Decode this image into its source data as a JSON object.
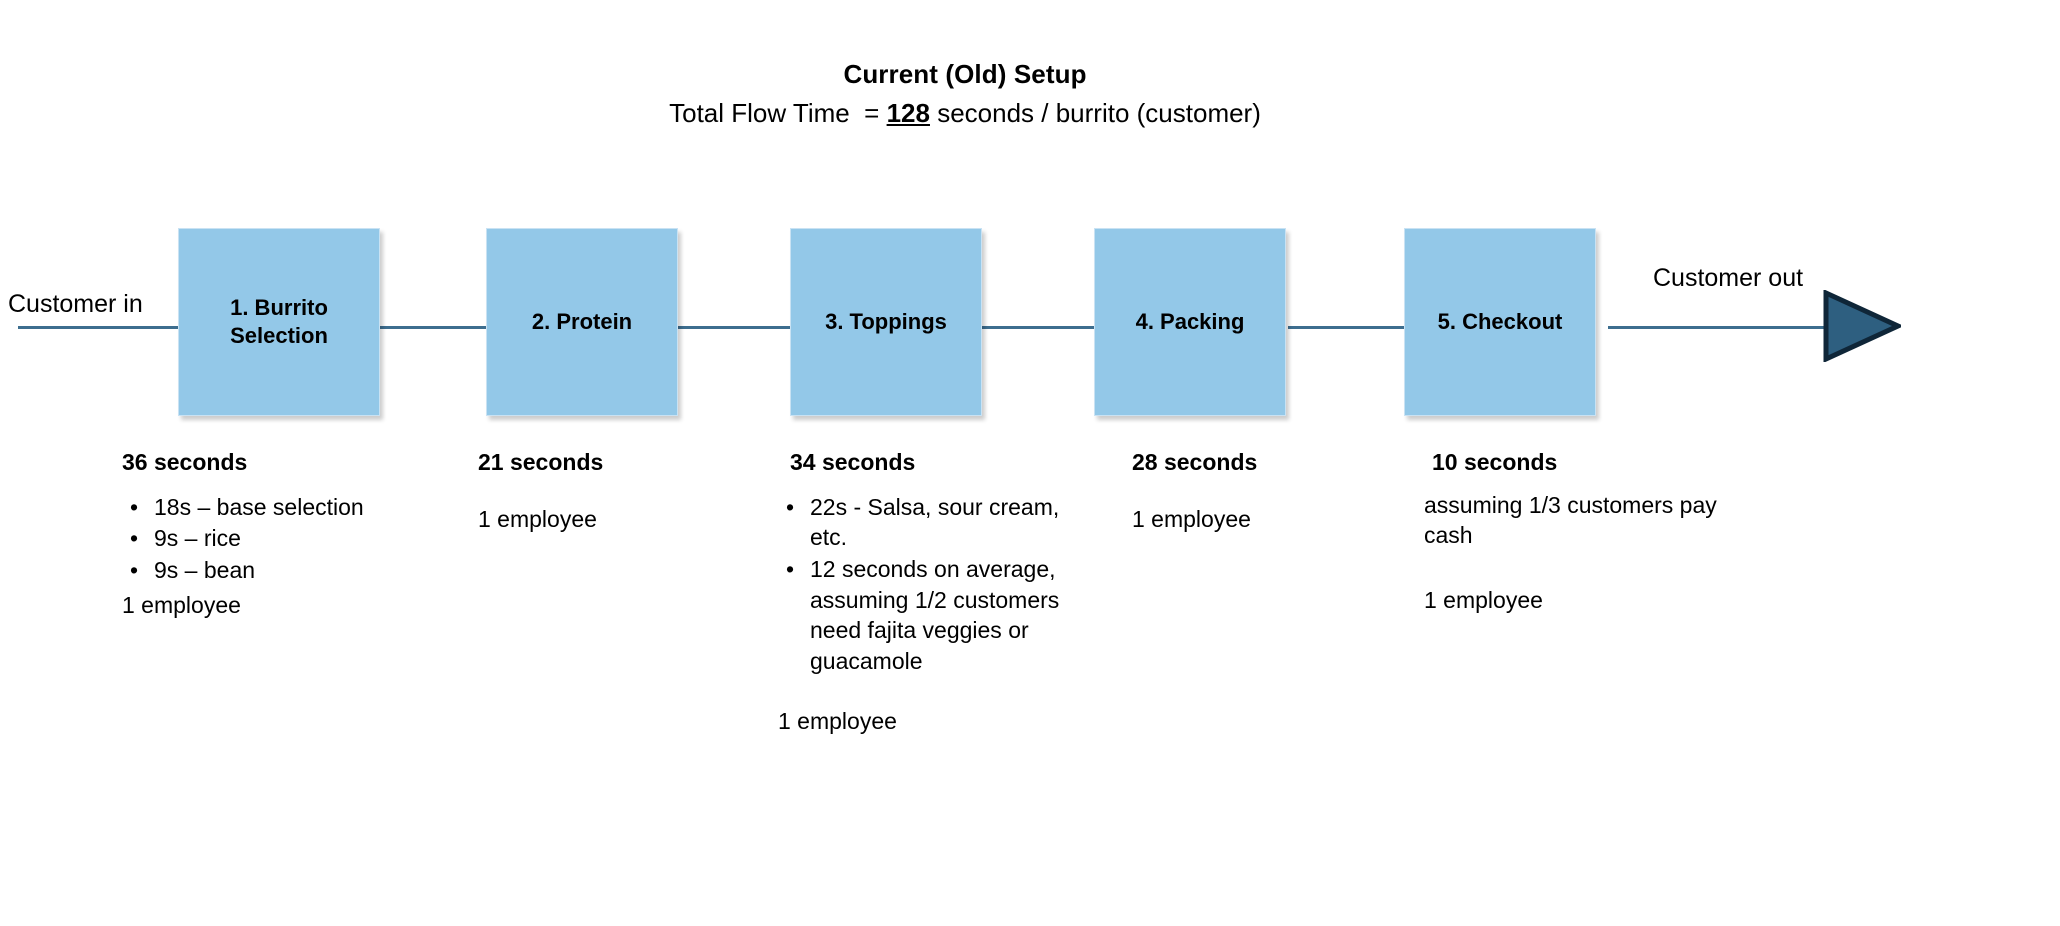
{
  "title": {
    "heading": "Current (Old) Setup",
    "flow_time_prefix": "Total Flow Time  = ",
    "flow_time_value": "128",
    "flow_time_suffix": " seconds / burrito (customer)"
  },
  "flow": {
    "entry_label": "Customer in",
    "exit_label": "Customer out",
    "box_fill_color": "#93c8e8",
    "connector_color": "#3d6e8f",
    "arrow_fill_color": "#2e5f80",
    "steps": [
      {
        "label": "1. Burrito Selection"
      },
      {
        "label": "2. Protein"
      },
      {
        "label": "3. Toppings"
      },
      {
        "label": "4. Packing"
      },
      {
        "label": "5. Checkout"
      }
    ]
  },
  "annotations": [
    {
      "heading": "36 seconds",
      "bullets": [
        "18s – base selection",
        "9s – rice",
        "9s – bean"
      ],
      "plain_lines": [
        "1 employee"
      ]
    },
    {
      "heading": "21 seconds",
      "bullets": [],
      "plain_lines": [
        "1 employee"
      ]
    },
    {
      "heading": "34 seconds",
      "bullets": [
        "22s - Salsa, sour cream, etc.",
        "12 seconds on average, assuming 1/2 customers need fajita veggies or guacamole"
      ],
      "plain_lines": [
        "1 employee"
      ]
    },
    {
      "heading": "28 seconds",
      "bullets": [],
      "plain_lines": [
        "1 employee"
      ]
    },
    {
      "heading": "10 seconds",
      "bullets": [],
      "plain_lines": [
        "assuming 1/3 customers pay cash",
        "1 employee"
      ]
    }
  ]
}
